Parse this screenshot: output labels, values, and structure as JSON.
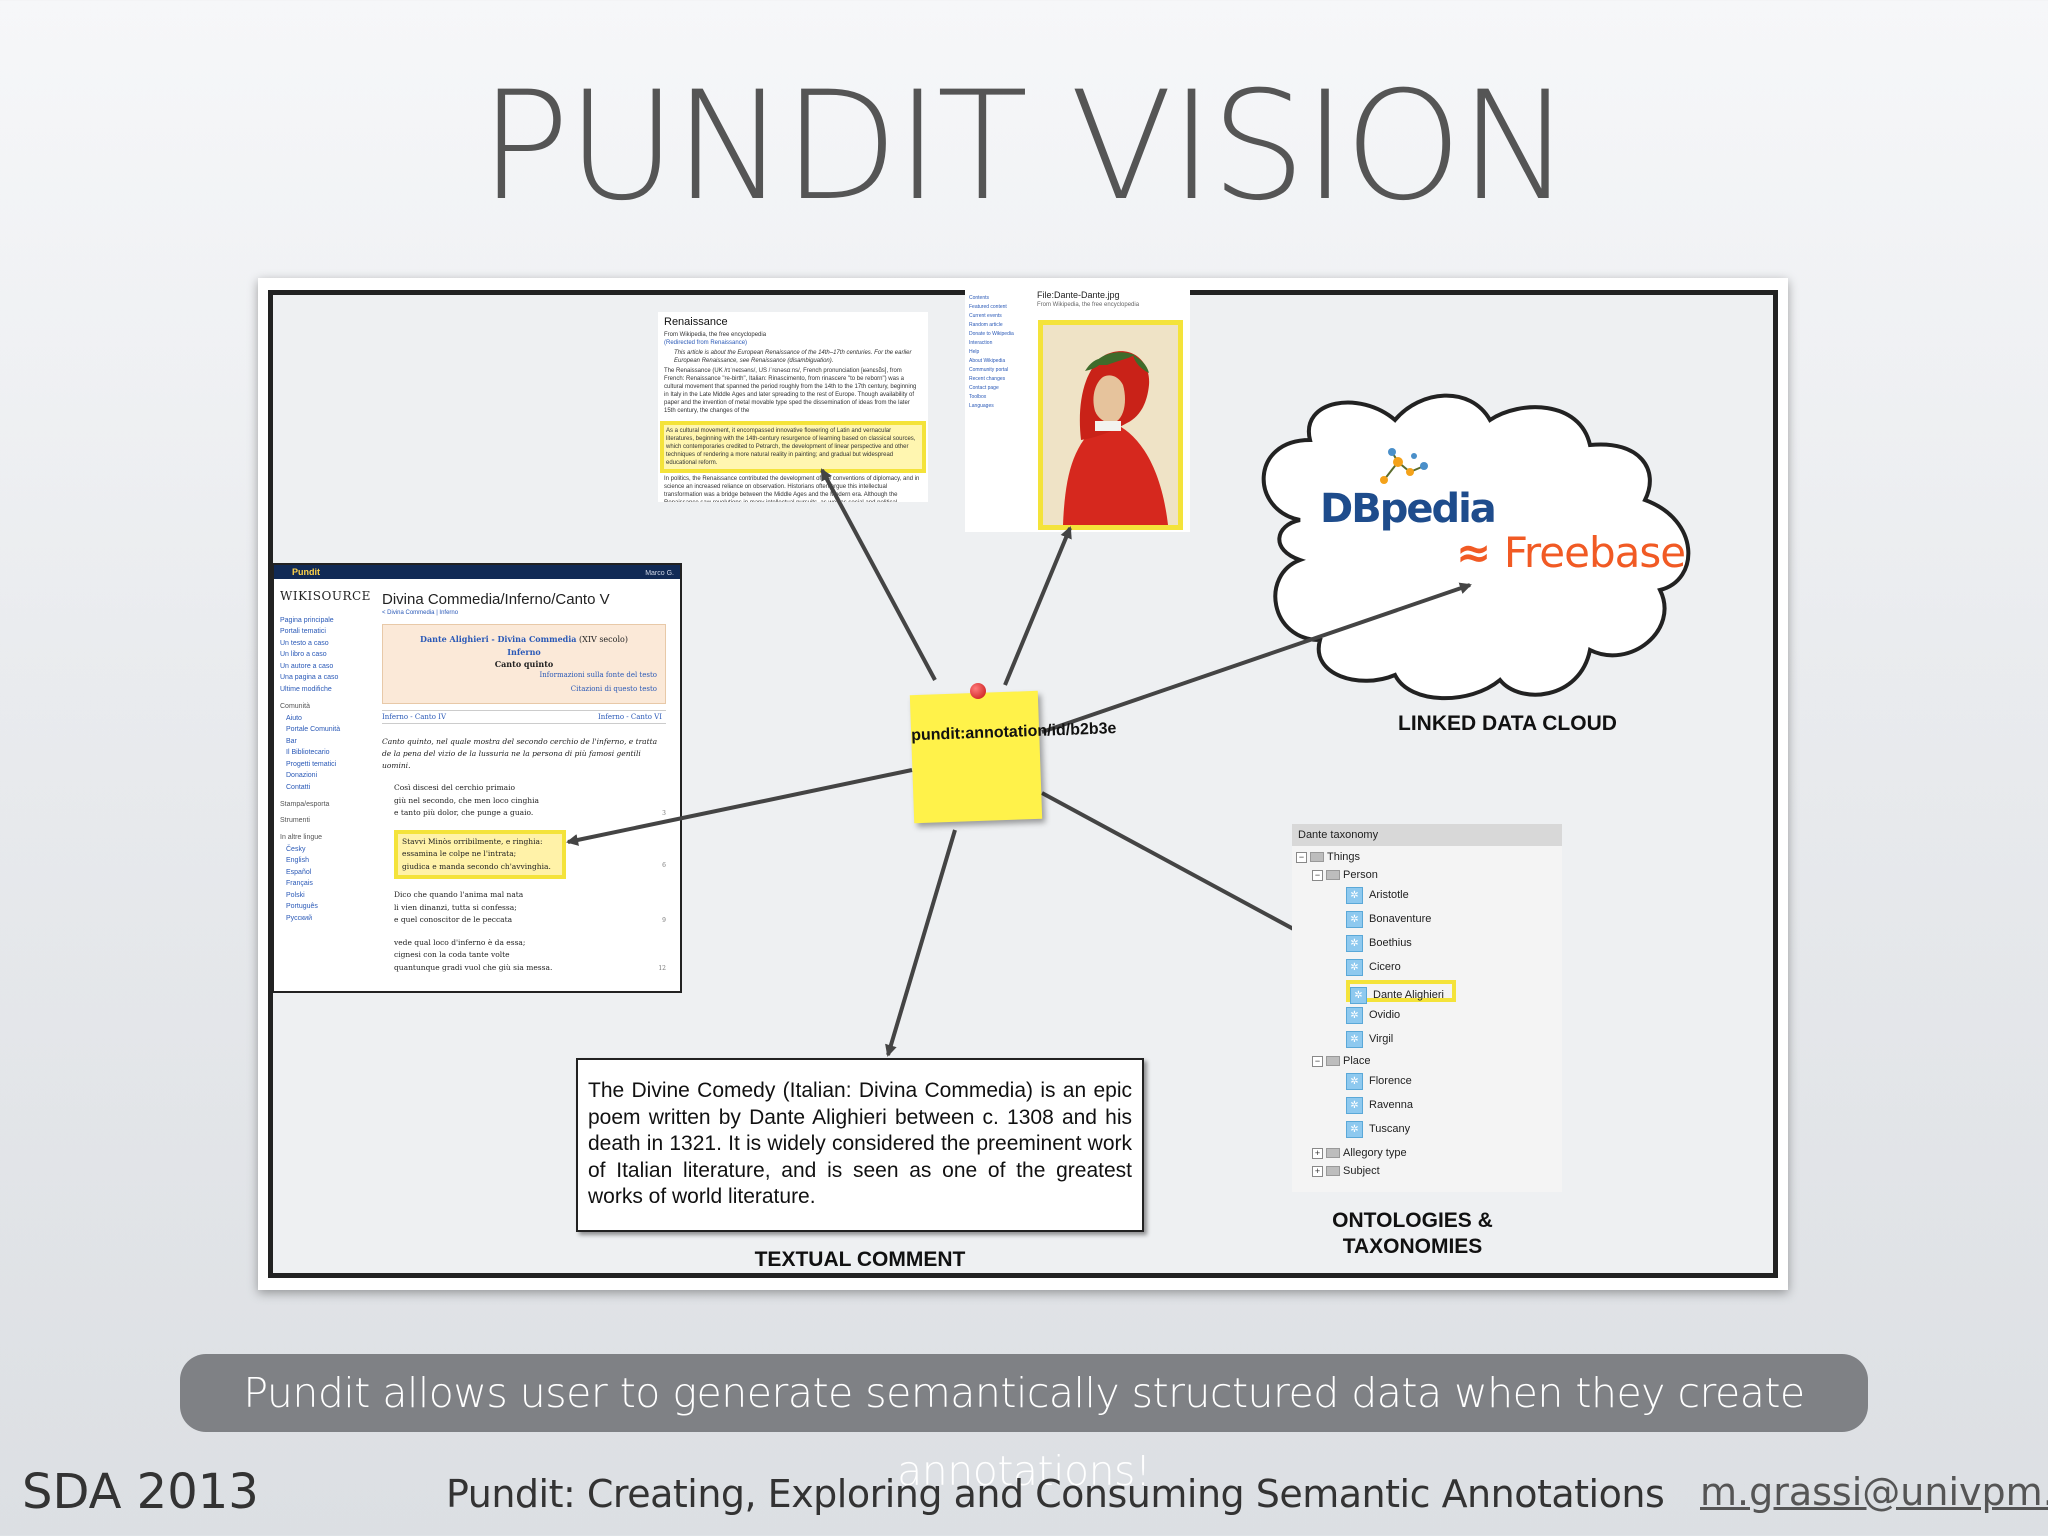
{
  "slide": {
    "title": "PUNDIT VISION"
  },
  "renaissance": {
    "title": "Renaissance",
    "from": "From Wikipedia, the free encyclopedia",
    "redirect": "(Redirected from Renaissance)",
    "note": "This article is about the European Renaissance of the 14th–17th centuries. For the earlier European Renaissance, see Renaissance (disambiguation).",
    "p1": "The Renaissance (UK /rɪˈneɪsəns/, US /ˈrɛnəsɑːns/, French pronunciation [ʁənɛsɑ̃s], from French: Renaissance \"re-birth\", Italian: Rinascimento, from rinascere \"to be reborn\") was a cultural movement that spanned the period roughly from the 14th to the 17th century, beginning in Italy in the Late Middle Ages and later spreading to the rest of Europe. Though availability of paper and the invention of metal movable type sped the dissemination of ideas from the later 15th century, the changes of the",
    "highlight": "As a cultural movement, it encompassed innovative flowering of Latin and vernacular literatures, beginning with the 14th-century resurgence of learning based on classical sources, which contemporaries credited to Petrarch, the development of linear perspective and other techniques of rendering a more natural reality in painting; and gradual but widespread educational reform.",
    "p2": "In politics, the Renaissance contributed the development of the conventions of diplomacy, and in science an increased reliance on observation. Historians often argue this intellectual transformation was a bridge between the Middle Ages and the Modern era. Although the Renaissance saw revolutions in many intellectual pursuits, as well as social and political upheaval, it is perhaps best known for its artistic developments and the contributions of such polymaths as Leonardo da Vinci and Michelangelo, who inspired the term \"Renaissance man\"."
  },
  "image_page": {
    "caption": "File:Dante-Dante.jpg",
    "from": "From Wikipedia, the free encyclopedia",
    "sidebar": [
      "Contents",
      "Featured content",
      "Current events",
      "Random article",
      "Donate to Wikipedia",
      "Interaction",
      "Help",
      "About Wikipedia",
      "Community portal",
      "Recent changes",
      "Contact page",
      "Toolbox",
      "Languages"
    ]
  },
  "wikisource": {
    "toolbar_label": "Pundit",
    "toolbar_user": "Marco G.",
    "logo": "WIKISOURCE",
    "nav": [
      "Pagina principale",
      "Portali tematici",
      "Un testo a caso",
      "Un libro a caso",
      "Un autore a caso",
      "Una pagina a caso",
      "Ultime modifiche"
    ],
    "community_title": "Comunità",
    "community": [
      "Aiuto",
      "Portale Comunità",
      "Bar",
      "Il Bibliotecario",
      "Progetti tematici",
      "Donazioni",
      "Contatti"
    ],
    "print_title": "Stampa/esporta",
    "tools_title": "Strumenti",
    "langs_title": "In altre lingue",
    "langs": [
      "Česky",
      "English",
      "Español",
      "Français",
      "Polski",
      "Português",
      "Русский"
    ],
    "title": "Divina Commedia/Inferno/Canto V",
    "crumb": "< Divina Commedia | Inferno",
    "header_author": "Dante Alighieri - Divina Commedia",
    "header_century": "(XIV secolo)",
    "header_part": "Inferno",
    "header_canto": "Canto quinto",
    "header_link1": "Informazioni sulla fonte del testo",
    "header_link2": "Citazioni di questo testo",
    "prev": "Inferno - Canto IV",
    "next": "Inferno - Canto VI",
    "intro": "Canto quinto, nel quale mostra del secondo cerchio de l'inferno, e tratta de la pena del vizio de la lussuria ne la persona di più famosi gentili uomini.",
    "verse1": [
      "Così discesi del cerchio primaio",
      "giù nel secondo, che men loco cinghia",
      "e tanto più dolor, che punge a guaio."
    ],
    "verse2": [
      "Stavvi Minòs orribilmente, e ringhia:",
      "essamina le colpe ne l'intrata;",
      "giudica e manda secondo ch'avvinghia."
    ],
    "verse3": [
      "Dico che quando l'anima mal nata",
      "li vien dinanzi, tutta si confessa;",
      "e quel conoscitor de le peccata"
    ],
    "verse4": [
      "vede qual loco d'inferno è da essa;",
      "cignesi con la coda tante volte",
      "quantunque gradi vuol che giù sia messa."
    ],
    "line_numbers": [
      "3",
      "6",
      "9",
      "12"
    ]
  },
  "annotation": {
    "id_text": "pundit:annotation/id/b2b3e"
  },
  "cloud": {
    "dbpedia": "DBpedia",
    "freebase": "Freebase",
    "label": "LINKED DATA CLOUD"
  },
  "taxonomy": {
    "header": "Dante taxonomy",
    "things": "Things",
    "person": "Person",
    "people": [
      "Aristotle",
      "Bonaventure",
      "Boethius",
      "Cicero",
      "Dante Alighieri",
      "Ovidio",
      "Virgil"
    ],
    "place": "Place",
    "places": [
      "Florence",
      "Ravenna",
      "Tuscany"
    ],
    "allegory": "Allegory type",
    "subject": "Subject",
    "label_line1": "ONTOLOGIES &",
    "label_line2": "TAXONOMIES"
  },
  "comment": {
    "text": "The Divine Comedy (Italian: Divina Commedia) is an epic poem written by Dante Alighieri between c. 1308 and his death in 1321. It is widely considered the preeminent work of Italian literature, and is seen as one of the greatest works of world literature.",
    "label": "TEXTUAL COMMENT"
  },
  "banner": {
    "text": "Pundit allows user to generate semantically structured data when they create annotations!"
  },
  "footer": {
    "left": "SDA 2013",
    "center": "Pundit: Creating, Exploring and Consuming Semantic Annotations",
    "right": "m.grassi@univpm.it"
  },
  "colors": {
    "highlight": "#f4e33a",
    "sticky": "#fff24a",
    "freebase": "#f15a24",
    "dbpedia": "#1e4c8c"
  }
}
